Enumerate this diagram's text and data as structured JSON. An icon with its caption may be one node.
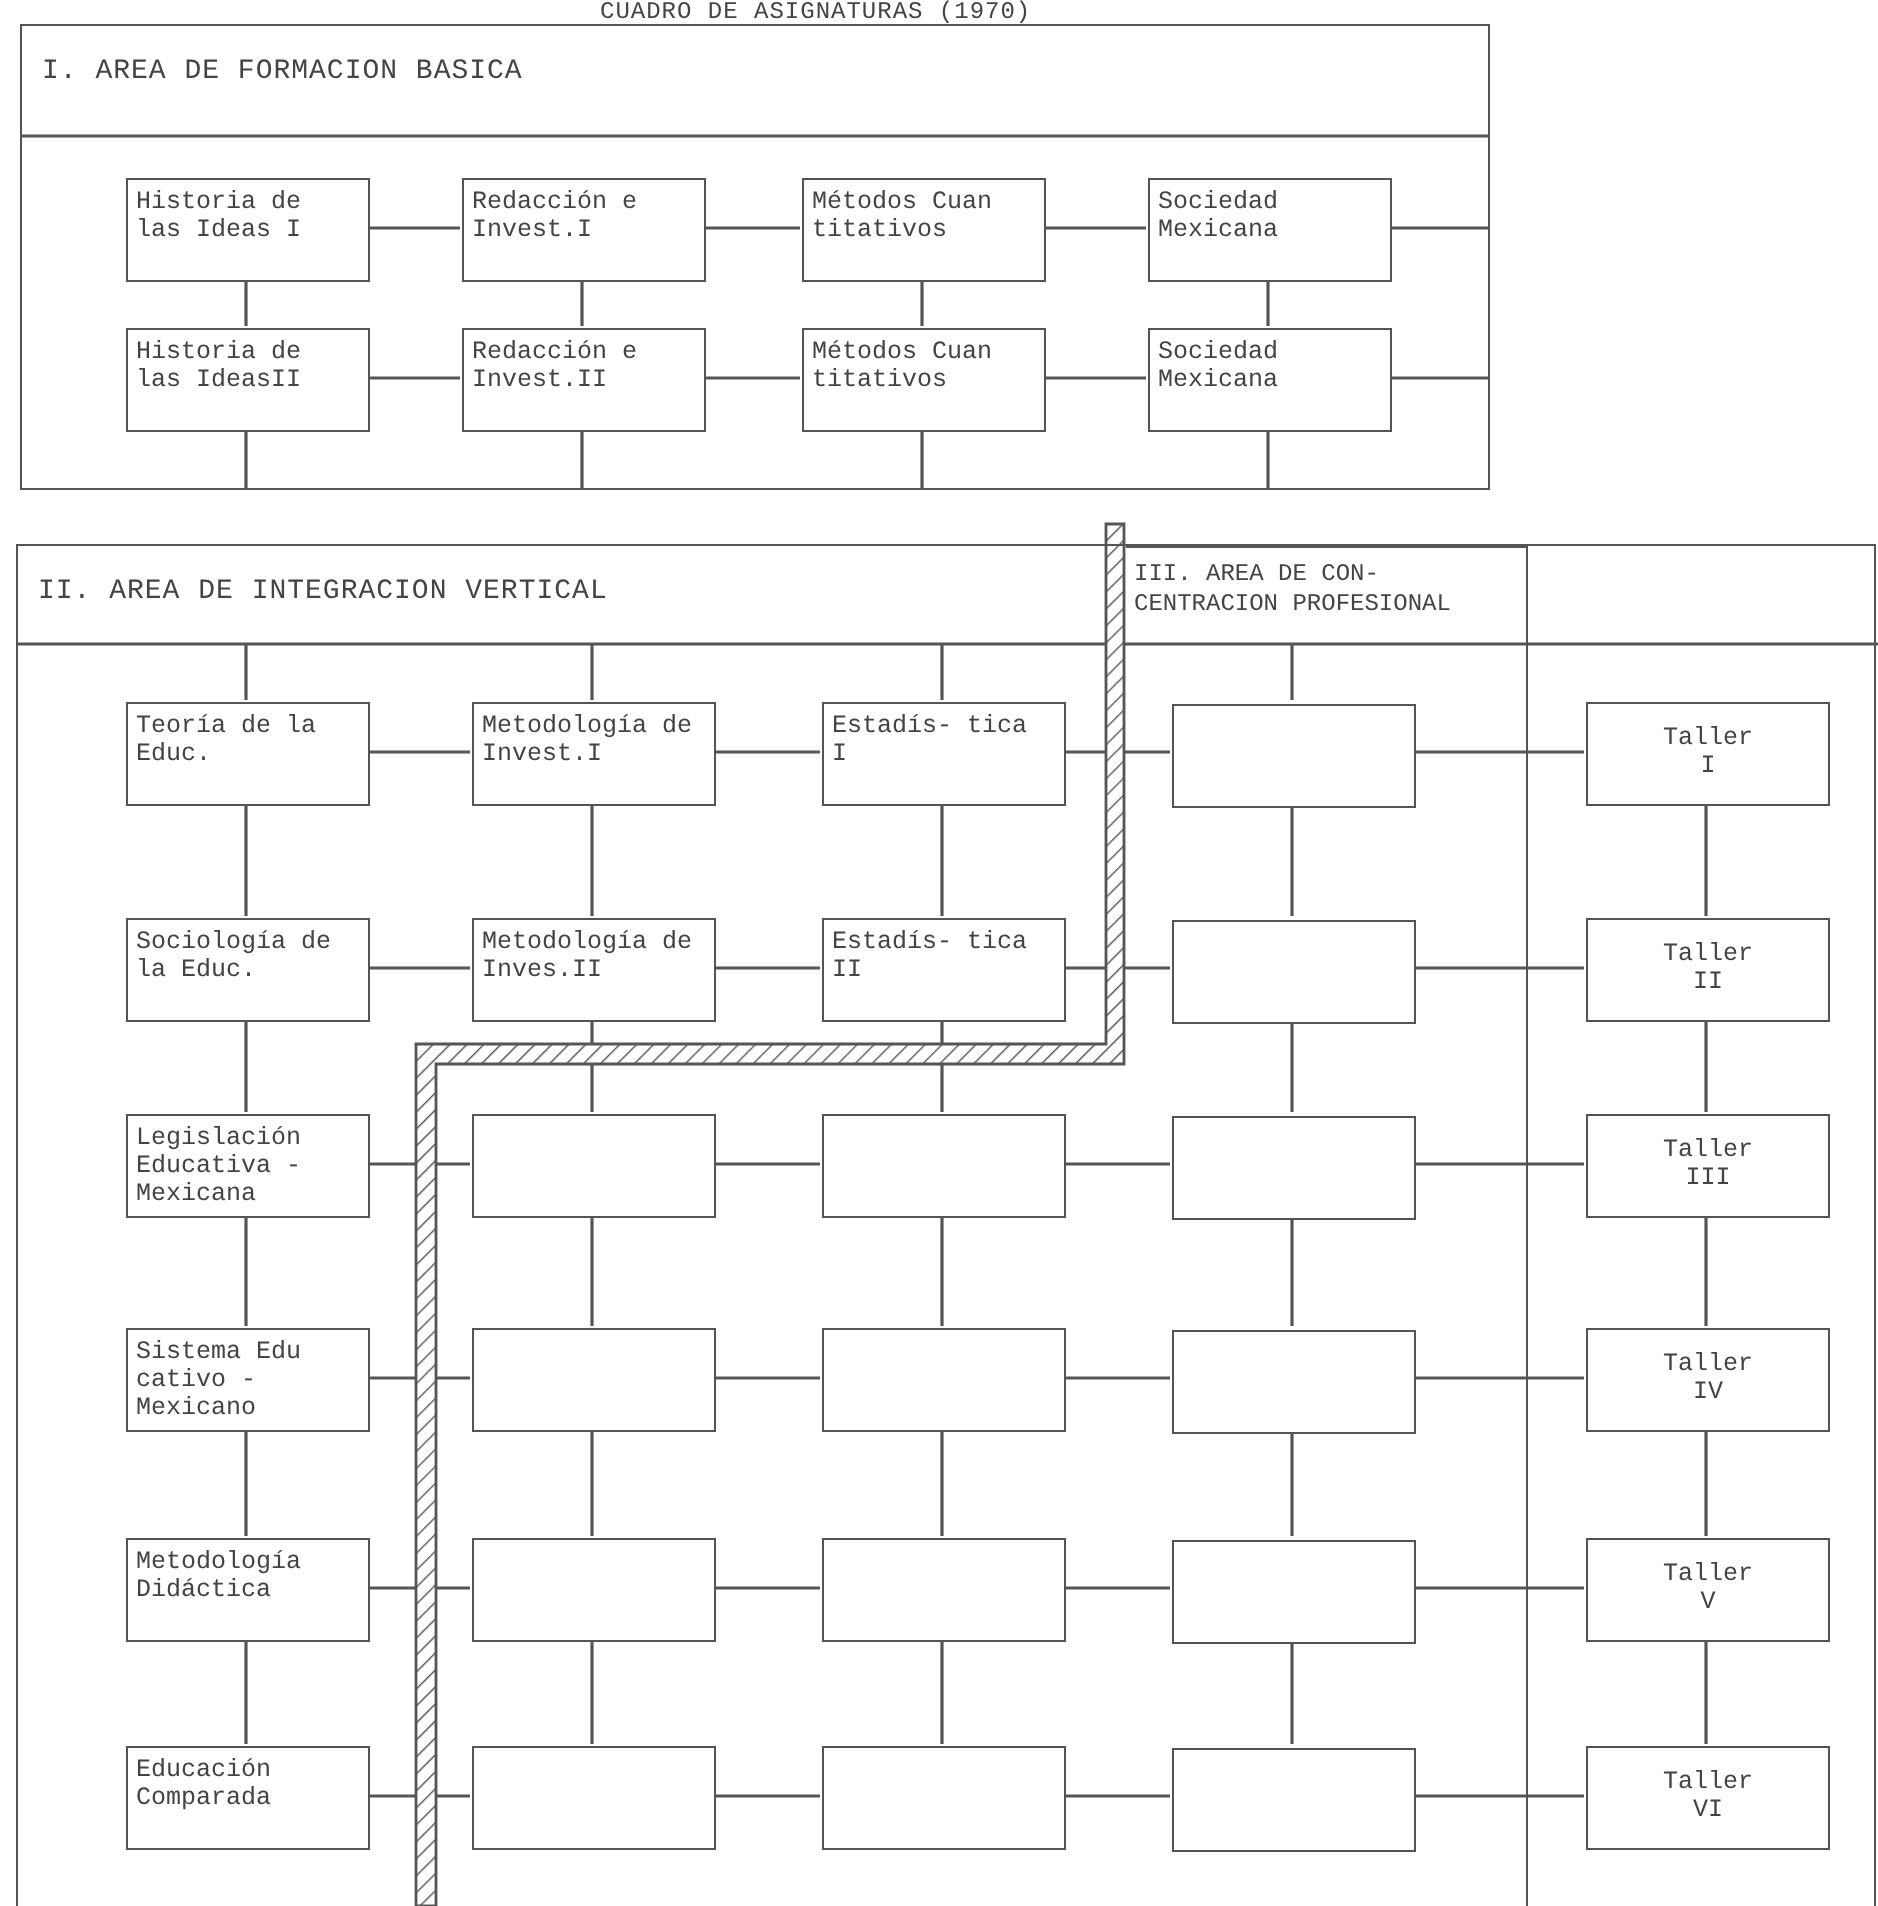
{
  "diagram": {
    "title": "CUADRO DE ASIGNATURAS (1970)",
    "nodes": [
      {
        "text": [
          "I. AREA DE FORMACION BASICA"
        ]
      },
      {
        "text": [
          "Historia de las Ideas I"
        ],
        "in": 0
      },
      {
        "text": [
          "Redacción e Invest.I"
        ],
        "in": 0
      },
      {
        "text": [
          "Métodos Cuan titativos"
        ],
        "in": 0
      },
      {
        "text": [
          "Sociedad Mexicana"
        ],
        "in": 0
      },
      {
        "text": [
          "Historia de las IdeasII"
        ],
        "in": 0
      },
      {
        "text": [
          "Redacción e Invest.II"
        ],
        "in": 0
      },
      {
        "text": [
          "Métodos Cuan titativos"
        ],
        "in": 0
      },
      {
        "text": [
          "Sociedad Mexicana"
        ],
        "in": 0
      },
      {
        "text": [
          "II. AREA DE INTEGRACION VERTICAL"
        ]
      },
      {
        "text": [
          "III. AREA DE CON- CENTRACION PROFESIONAL"
        ],
        "in": 9
      },
      {
        "text": [
          "Teoría de la Educ."
        ],
        "in": 9
      },
      {
        "text": [
          "Metodología de Invest.I"
        ],
        "in": 9
      },
      {
        "text": [
          "Estadís- tica I"
        ],
        "in": 9
      },
      {
        "text": [],
        "shape": "box",
        "in": 10
      },
      {
        "text": [
          "Taller I"
        ],
        "in": 9
      },
      {
        "text": [
          "Sociología de la Educ."
        ],
        "in": 9
      },
      {
        "text": [
          "Metodología de Inves.II"
        ],
        "in": 9
      },
      {
        "text": [
          "Estadís- tica II"
        ],
        "in": 9
      },
      {
        "text": [],
        "shape": "box",
        "in": 10
      },
      {
        "text": [
          "Taller II"
        ],
        "in": 9
      },
      {
        "text": [
          "Legislación Educativa - Mexicana"
        ],
        "in": 9
      },
      {
        "text": [],
        "shape": "box",
        "in": 9
      },
      {
        "text": [],
        "shape": "box",
        "in": 9
      },
      {
        "text": [],
        "shape": "box",
        "in": 10
      },
      {
        "text": [
          "Taller III"
        ],
        "in": 9
      },
      {
        "text": [
          "Sistema Edu cativo - Mexicano"
        ],
        "in": 9
      },
      {
        "text": [],
        "shape": "box",
        "in": 9
      },
      {
        "text": [],
        "shape": "box",
        "in": 9
      },
      {
        "text": [],
        "shape": "box",
        "in": 10
      },
      {
        "text": [
          "Taller IV"
        ],
        "in": 9
      },
      {
        "text": [
          "Metodología Didáctica"
        ],
        "in": 9
      },
      {
        "text": [],
        "shape": "box",
        "in": 9
      },
      {
        "text": [],
        "shape": "box",
        "in": 9
      },
      {
        "text": [],
        "shape": "box",
        "in": 10
      },
      {
        "text": [
          "Taller V"
        ],
        "in": 9
      },
      {
        "text": [
          "Educación Comparada"
        ],
        "in": 9
      },
      {
        "text": [],
        "shape": "box",
        "in": 9
      },
      {
        "text": [],
        "shape": "box",
        "in": 9
      },
      {
        "text": [],
        "shape": "box",
        "in": 10
      },
      {
        "text": [
          "Taller VI"
        ],
        "in": 9
      }
    ],
    "edges": [
      {
        "from": 1,
        "to": 2,
        "arrow": "none"
      },
      {
        "from": 2,
        "to": 3,
        "arrow": "none"
      },
      {
        "from": 3,
        "to": 4,
        "arrow": "none"
      },
      {
        "from": 4,
        "to": 0,
        "arrow": "none"
      },
      {
        "from": 5,
        "to": 6,
        "arrow": "none"
      },
      {
        "from": 6,
        "to": 7,
        "arrow": "none"
      },
      {
        "from": 7,
        "to": 8,
        "arrow": "none"
      },
      {
        "from": 8,
        "to": 0,
        "arrow": "none"
      },
      {
        "from": 1,
        "to": 5,
        "arrow": "none"
      },
      {
        "from": 2,
        "to": 6,
        "arrow": "none"
      },
      {
        "from": 3,
        "to": 7,
        "arrow": "none"
      },
      {
        "from": 4,
        "to": 8,
        "arrow": "none"
      },
      {
        "from": 5,
        "to": 0,
        "arrow": "none"
      },
      {
        "from": 6,
        "to": 0,
        "arrow": "none"
      },
      {
        "from": 7,
        "to": 0,
        "arrow": "none"
      },
      {
        "from": 8,
        "to": 0,
        "arrow": "none"
      },
      {
        "from": 11,
        "to": null,
        "arrow": "none"
      },
      {
        "from": 12,
        "to": null,
        "arrow": "none"
      },
      {
        "from": 13,
        "to": null,
        "arrow": "none"
      },
      {
        "from": 14,
        "to": null,
        "arrow": "none"
      },
      {
        "from": 11,
        "to": 12,
        "arrow": "none"
      },
      {
        "from": 12,
        "to": 13,
        "arrow": "none"
      },
      {
        "from": 13,
        "to": 14,
        "arrow": "none"
      },
      {
        "from": 14,
        "to": 15,
        "arrow": "none"
      },
      {
        "from": 16,
        "to": 17,
        "arrow": "none"
      },
      {
        "from": 17,
        "to": 18,
        "arrow": "none"
      },
      {
        "from": 18,
        "to": 19,
        "arrow": "none"
      },
      {
        "from": 19,
        "to": 20,
        "arrow": "none"
      },
      {
        "from": 21,
        "to": 22,
        "arrow": "none"
      },
      {
        "from": 22,
        "to": 23,
        "arrow": "none"
      },
      {
        "from": 23,
        "to": 24,
        "arrow": "none"
      },
      {
        "from": 24,
        "to": 25,
        "arrow": "none"
      },
      {
        "from": 26,
        "to": 27,
        "arrow": "none"
      },
      {
        "from": 27,
        "to": 28,
        "arrow": "none"
      },
      {
        "from": 28,
        "to": 29,
        "arrow": "none"
      },
      {
        "from": 29,
        "to": 30,
        "arrow": "none"
      },
      {
        "from": 31,
        "to": 32,
        "arrow": "none"
      },
      {
        "from": 32,
        "to": 33,
        "arrow": "none"
      },
      {
        "from": 33,
        "to": 34,
        "arrow": "none"
      },
      {
        "from": 34,
        "to": 35,
        "arrow": "none"
      },
      {
        "from": 36,
        "to": 37,
        "arrow": "none"
      },
      {
        "from": 37,
        "to": 38,
        "arrow": "none"
      },
      {
        "from": 38,
        "to": 39,
        "arrow": "none"
      },
      {
        "from": 39,
        "to": 40,
        "arrow": "none"
      },
      {
        "from": 11,
        "to": 16,
        "arrow": "none"
      },
      {
        "from": 16,
        "to": 21,
        "arrow": "none"
      },
      {
        "from": 21,
        "to": 26,
        "arrow": "none"
      },
      {
        "from": 26,
        "to": 31,
        "arrow": "none"
      },
      {
        "from": 31,
        "to": 36,
        "arrow": "none"
      },
      {
        "from": 12,
        "to": 17,
        "arrow": "none"
      },
      {
        "from": 17,
        "to": 22,
        "arrow": "none"
      },
      {
        "from": 22,
        "to": 27,
        "arrow": "none"
      },
      {
        "from": 27,
        "to": 32,
        "arrow": "none"
      },
      {
        "from": 32,
        "to": 37,
        "arrow": "none"
      },
      {
        "from": 13,
        "to": 18,
        "arrow": "none"
      },
      {
        "from": 18,
        "to": 23,
        "arrow": "none"
      },
      {
        "from": 23,
        "to": 28,
        "arrow": "none"
      },
      {
        "from": 28,
        "to": 33,
        "arrow": "none"
      },
      {
        "from": 33,
        "to": 38,
        "arrow": "none"
      },
      {
        "from": 14,
        "to": 19,
        "arrow": "none"
      },
      {
        "from": 19,
        "to": 24,
        "arrow": "none"
      },
      {
        "from": 24,
        "to": 29,
        "arrow": "none"
      },
      {
        "from": 29,
        "to": 34,
        "arrow": "none"
      },
      {
        "from": 34,
        "to": 39,
        "arrow": "none"
      },
      {
        "from": 15,
        "to": 20,
        "arrow": "none"
      },
      {
        "from": 20,
        "to": 25,
        "arrow": "none"
      },
      {
        "from": 25,
        "to": 30,
        "arrow": "none"
      },
      {
        "from": 30,
        "to": 35,
        "arrow": "none"
      },
      {
        "from": 35,
        "to": 40,
        "arrow": "none"
      }
    ]
  }
}
